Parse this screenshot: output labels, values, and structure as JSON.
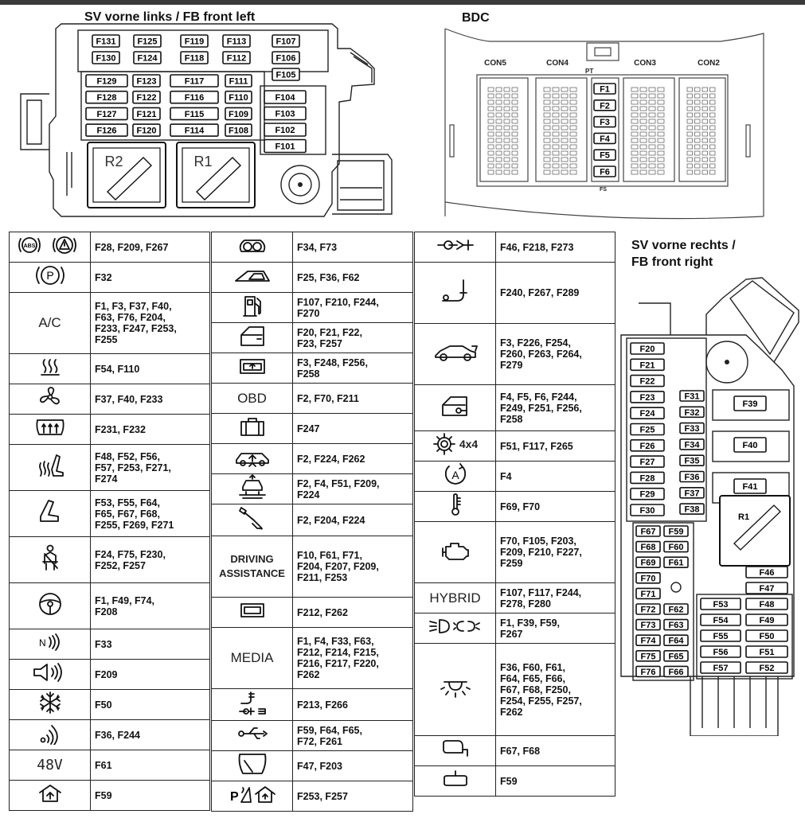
{
  "titles": {
    "front_left": "SV vorne links / FB front left",
    "bdc": "BDC",
    "front_right_1": "SV vorne rechts /",
    "front_right_2": "FB front right"
  },
  "front_left_box": {
    "top_grid": [
      [
        "F131",
        "F125",
        "F119",
        "F113",
        "F107"
      ],
      [
        "F130",
        "F124",
        "F118",
        "F112",
        "F106"
      ]
    ],
    "extra_top": "F105",
    "mid_grid": [
      [
        "F129",
        "F123",
        "F117",
        "F111"
      ],
      [
        "F128",
        "F122",
        "F116",
        "F110"
      ],
      [
        "F127",
        "F121",
        "F115",
        "F109"
      ],
      [
        "F126",
        "F120",
        "F114",
        "F108"
      ]
    ],
    "right_col": [
      "F104",
      "F103",
      "F102",
      "F101"
    ],
    "relays": [
      "R2",
      "R1"
    ]
  },
  "bdc_box": {
    "connectors": [
      "CON5",
      "CON4",
      "CON3",
      "CON2"
    ],
    "fuses": [
      "F1",
      "F2",
      "F3",
      "F4",
      "F5",
      "F6"
    ],
    "fs_label": "FS",
    "pt_label": "PT"
  },
  "front_right_box": {
    "col_a": [
      "F20",
      "F21",
      "F22",
      "F23",
      "F24",
      "F25",
      "F26",
      "F27",
      "F28",
      "F29",
      "F30"
    ],
    "col_b": [
      "F31",
      "F32",
      "F33",
      "F34",
      "F35",
      "F36",
      "F37",
      "F38"
    ],
    "big": [
      "F39",
      "F40",
      "F41"
    ],
    "relay": "R1",
    "lower_left": [
      "F67",
      "F68",
      "F69",
      "F70",
      "F71",
      "F72",
      "F73",
      "F74",
      "F75",
      "F76"
    ],
    "lower_mid": [
      "F59",
      "F60",
      "F61",
      "F62",
      "F63",
      "F64",
      "F65",
      "F66"
    ],
    "lower_right_a": [
      "F53",
      "F54",
      "F55",
      "F56",
      "F57"
    ],
    "lower_right_b": [
      "F46",
      "F47",
      "F48",
      "F49",
      "F50",
      "F51",
      "F52"
    ]
  },
  "table1": [
    {
      "icon": "abs-brake-warning-icon",
      "fuses": "F28, F209, F267"
    },
    {
      "icon": "parking-brake-icon",
      "fuses": "F32"
    },
    {
      "icon": "text",
      "text": "A/C",
      "fuses": "F1, F3, F37, F40,\nF63, F76, F204,\nF233, F247, F253,\nF255"
    },
    {
      "icon": "rear-window-heater-icon",
      "fuses": "F54, F110"
    },
    {
      "icon": "fan-icon",
      "fuses": "F37, F40, F233"
    },
    {
      "icon": "rear-defrost-icon",
      "fuses": "F231, F232"
    },
    {
      "icon": "seat-heating-icon",
      "fuses": "F48, F52, F56,\nF57, F253, F271,\nF274"
    },
    {
      "icon": "seat-icon",
      "fuses": "F53, F55, F64,\nF65, F67, F68,\nF255, F269, F271"
    },
    {
      "icon": "seatbelt-icon",
      "fuses": "F24, F75, F230,\nF252, F257"
    },
    {
      "icon": "steering-wheel-icon",
      "fuses": "F1, F49, F74,\nF208"
    },
    {
      "icon": "nfc-icon",
      "fuses": "F33"
    },
    {
      "icon": "speaker-icon",
      "fuses": "F209"
    },
    {
      "icon": "snowflake-icon",
      "fuses": "F50"
    },
    {
      "icon": "wireless-icon",
      "fuses": "F36, F244"
    },
    {
      "icon": "text",
      "text": "48V",
      "fuses": "F61"
    },
    {
      "icon": "garage-icon",
      "fuses": "F59"
    }
  ],
  "table2": [
    {
      "icon": "instrument-cluster-icon",
      "fuses": "F34, F73"
    },
    {
      "icon": "sunroof-icon",
      "fuses": "F25, F36, F62"
    },
    {
      "icon": "fuel-pump-icon",
      "fuses": "F107, F210, F244,\nF270"
    },
    {
      "icon": "door-icon",
      "fuses": "F20, F21, F22,\nF23, F257"
    },
    {
      "icon": "head-up-display-icon",
      "fuses": "F3, F248, F256,\nF258"
    },
    {
      "icon": "text",
      "text": "OBD",
      "fuses": "F2, F70, F211"
    },
    {
      "icon": "luggage-icon",
      "fuses": "F247"
    },
    {
      "icon": "car-roof-rack-icon",
      "fuses": "F2, F224, F262"
    },
    {
      "icon": "car-lift-icon",
      "fuses": "F2, F4, F51, F209,\nF224"
    },
    {
      "icon": "screwdriver-icon",
      "fuses": "F2, F204, F224"
    },
    {
      "icon": "text",
      "text": "DRIVING\nASSISTANCE",
      "fuses": "F10, F61, F71,\nF204, F207, F209,\nF211, F253"
    },
    {
      "icon": "display-icon",
      "fuses": "F212, F262"
    },
    {
      "icon": "text",
      "text": "MEDIA",
      "fuses": "F1, F4, F33, F63,\nF212, F214, F215,\nF216, F217, F220,\nF262"
    },
    {
      "icon": "socket-icon",
      "fuses": "F213, F266"
    },
    {
      "icon": "usb-icon",
      "fuses": "F59, F64, F65,\nF72, F261"
    },
    {
      "icon": "wiper-icon",
      "fuses": "F47, F203"
    },
    {
      "icon": "parking-assist-icon",
      "fuses": "F253, F257"
    }
  ],
  "table3": [
    {
      "icon": "trailer-hitch-icon",
      "fuses": "F46, F218, F273"
    },
    {
      "icon": "tow-hook-icon",
      "fuses": "F240, F267, F289"
    },
    {
      "icon": "car-icon",
      "fuses": "F3, F226, F254,\nF260, F263, F264,\nF279"
    },
    {
      "icon": "door-lock-icon",
      "fuses": "F4, F5, F6, F244,\nF249, F251, F256,\nF258"
    },
    {
      "icon": "gear-4x4-icon",
      "text": "4x4",
      "fuses": "F51, F117, F265"
    },
    {
      "icon": "auto-start-stop-icon",
      "fuses": "F4"
    },
    {
      "icon": "thermometer-icon",
      "fuses": "F69, F70"
    },
    {
      "icon": "engine-icon",
      "fuses": "F70, F105, F203,\nF209, F210, F227,\nF259"
    },
    {
      "icon": "text",
      "text": "HYBRID",
      "fuses": "F107, F117, F244,\nF278, F280"
    },
    {
      "icon": "headlight-icon",
      "fuses": "F1, F39, F59,\nF267"
    },
    {
      "icon": "interior-light-icon",
      "fuses": "F36, F60, F61,\nF64, F65, F66,\nF67, F68, F250,\nF254, F255, F257,\nF262"
    },
    {
      "icon": "mirror-icon",
      "fuses": "F67, F68"
    },
    {
      "icon": "rearview-mirror-icon",
      "fuses": "F59"
    }
  ]
}
